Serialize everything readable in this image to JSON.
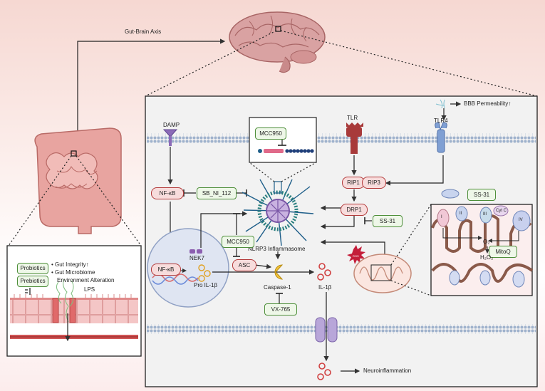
{
  "axis_label": "Gut-Brain Axis",
  "membrane": {
    "damp": "DAMP",
    "tlr": "TLR",
    "tlr4": "TLR4",
    "bbb": "BBB Permeability↑"
  },
  "nodes": {
    "nfkb_top": "NF-κB",
    "nfkb_nucleus": "NF-κB",
    "rip1": "RIP1",
    "rip3": "RIP3",
    "drp1": "DRP1",
    "asc": "ASC",
    "nek7": "NEK7",
    "pro_il1b": "Pro IL-1β",
    "caspase1": "Caspase-1",
    "il1b": "IL-1β",
    "nlrp3": "NLRP3 Inflammasome",
    "neuroinflammation": "Neuroinflammation",
    "ros": "ROS"
  },
  "inhibitors": {
    "mcc950_top": "MCC950",
    "mcc950_mid": "MCC950",
    "sb": "SB_NI_112",
    "ss31_right": "SS-31",
    "ss31_top": "SS-31",
    "vx765": "VX-765",
    "mitoq": "MitoQ"
  },
  "etc": {
    "c1": "I",
    "c2": "II",
    "c3": "III",
    "cytc": "Cyt C",
    "c4": "IV",
    "o2": "O₂",
    "h2o2": "H₂O₂"
  },
  "gut": {
    "probiotics": "Probiotics",
    "prebiotics": "Prebiotics",
    "effect1": "• Gut Integrity↑",
    "effect2": "• Gut Microbiome",
    "effect3": "Environment Alteration",
    "lps": "LPS"
  },
  "colors": {
    "red_border": "#b33a3a",
    "green_border": "#4e8f3a",
    "membrane": "#8aa1bf",
    "brain": "#c98a8a"
  }
}
